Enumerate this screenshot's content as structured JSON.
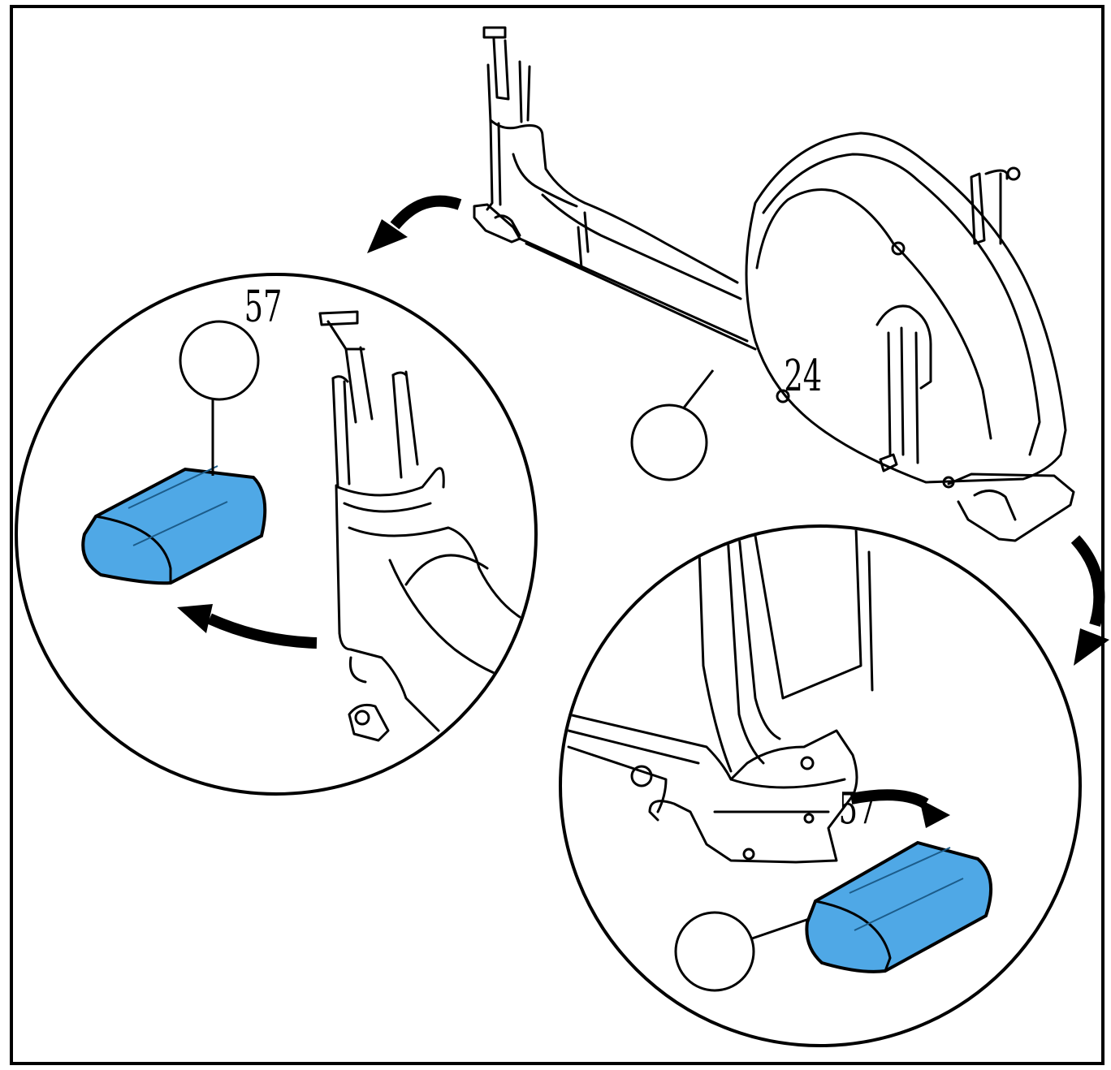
{
  "diagram": {
    "colors": {
      "part_fill": "#4fa8e6",
      "ink": "#000000",
      "background": "#ffffff"
    },
    "callouts": {
      "frame_part": "24",
      "left_detail_part": "57",
      "right_detail_part": "57"
    },
    "icons": [
      "rotation-arrow-icon",
      "removal-arrow-icon"
    ]
  }
}
